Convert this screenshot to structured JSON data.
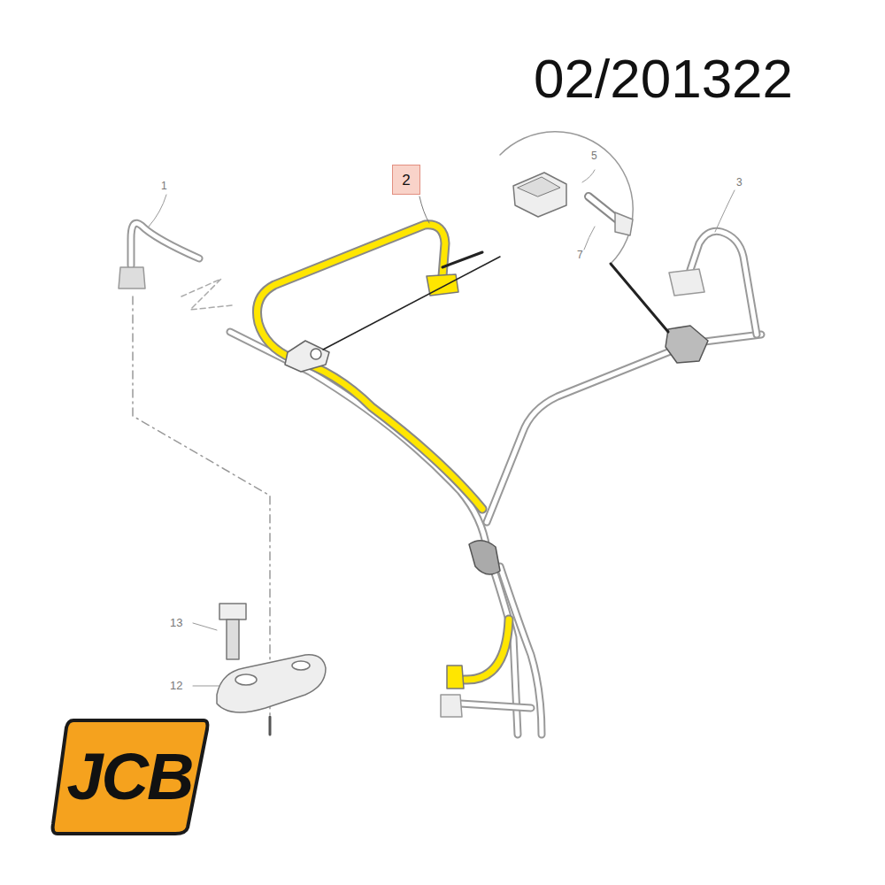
{
  "diagram": {
    "nodes": [
      {
        "text": [
          "2"
        ]
      },
      {
        "text": [
          "JCB"
        ]
      }
    ],
    "labels": [
      "02/201322",
      "1",
      "5",
      "3",
      "7",
      "13",
      "12"
    ]
  }
}
